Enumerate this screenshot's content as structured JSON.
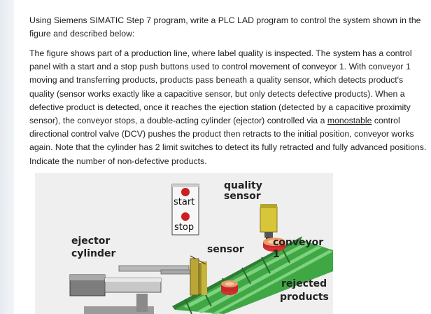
{
  "question": {
    "p1": "Using Siemens SIMATIC Step 7 program, write a PLC LAD program to control the system shown in the figure and described below:",
    "p2_a": "The figure shows part of a production line, where label quality is inspected. The system has a control panel with a start and a stop push buttons used to control movement of conveyor 1. With conveyor 1 moving and transferring products, products pass beneath a quality sensor, which detects product's quality (sensor works exactly like a capacitive sensor, but only detects defective products). When a defective product is detected, once it reaches the ejection station (detected by a capacitive proximity sensor), the conveyor stops, a double-acting cylinder (ejector) controlled via a ",
    "p2_underlined": "monostable",
    "p2_b": " control directional control valve (DCV) pushes the product then retracts to the initial position, conveyor works again. Note that the cylinder has 2 limit switches to detect its fully retracted and fully advanced positions. Indicate the number of non-defective products."
  },
  "figure": {
    "start_label": "start",
    "stop_label": "stop",
    "quality_sensor_line1": "quality",
    "quality_sensor_line2": "sensor",
    "ejector_line1": "ejector",
    "ejector_line2": "cylinder",
    "sensor_label": "sensor",
    "conveyor_label": "conveyor 1",
    "rejected_line1": "rejected",
    "rejected_line2": "products",
    "colors": {
      "button_red": "#cc1f1f",
      "conveyor_green": "#3fa845",
      "sensor_yellow": "#d8c63a",
      "background": "#efefef"
    }
  }
}
